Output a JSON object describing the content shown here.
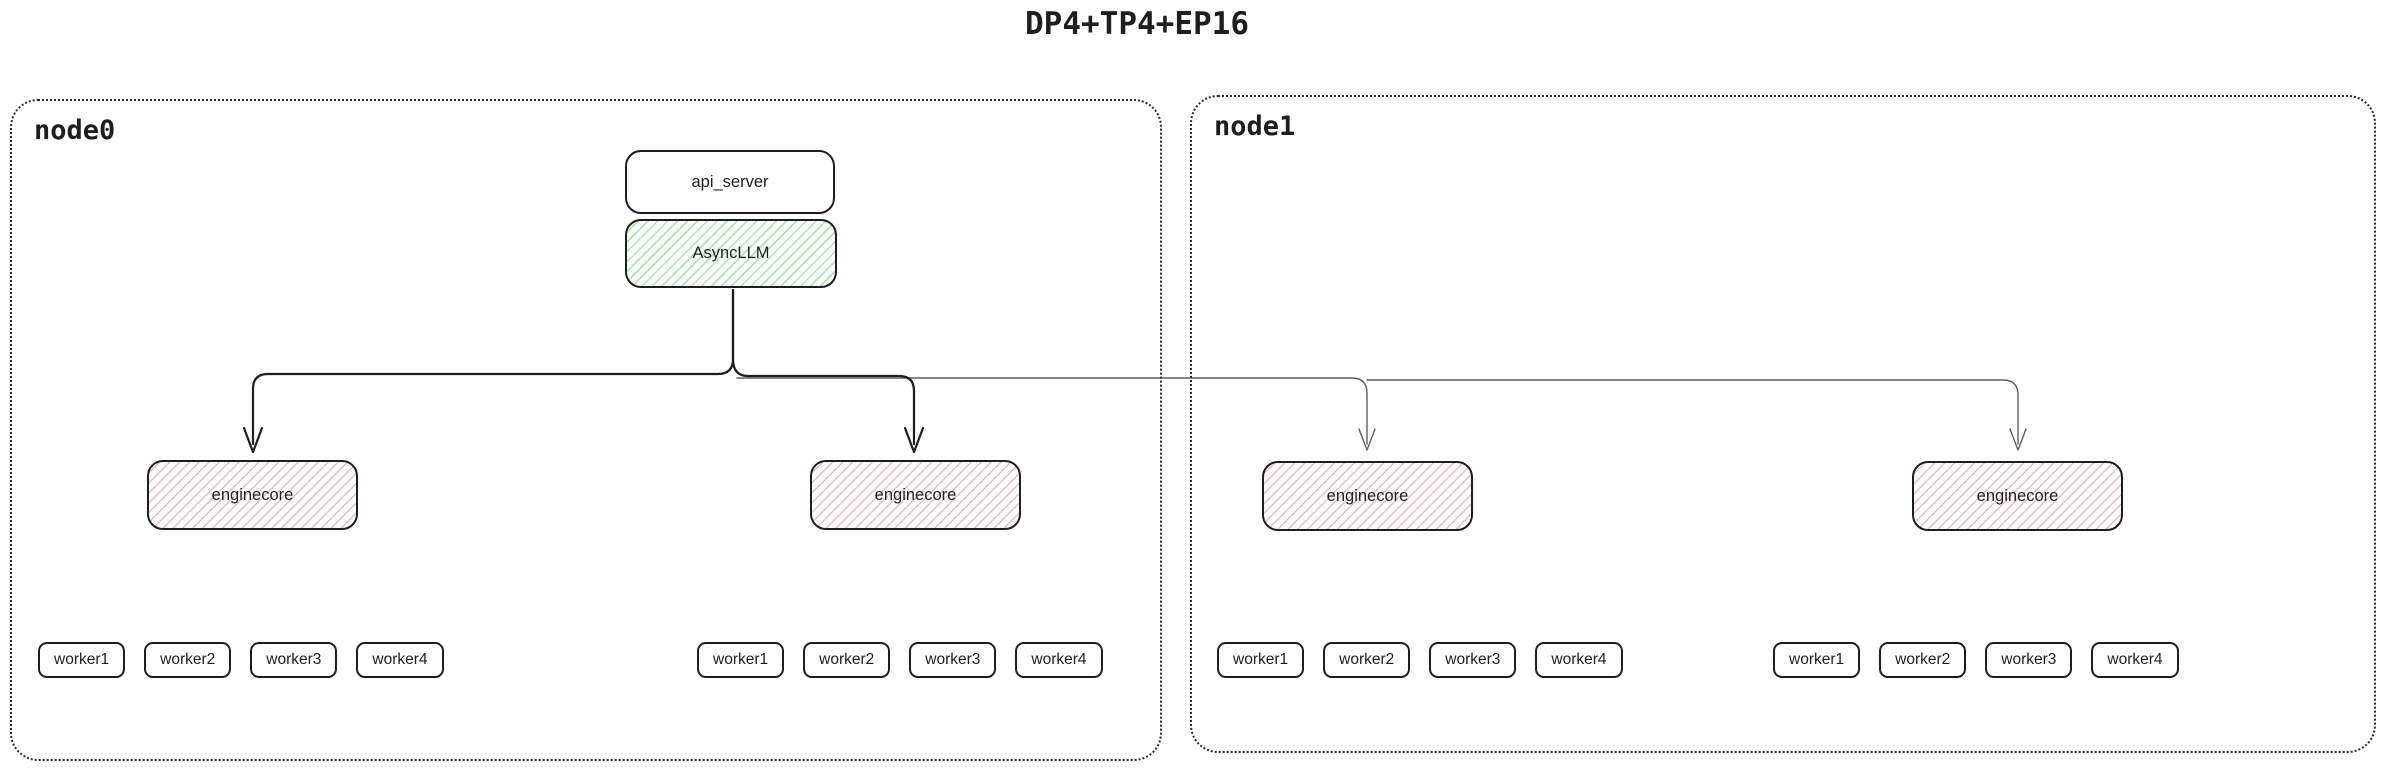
{
  "title": "DP4+TP4+EP16",
  "node0": {
    "label": "node0",
    "api_server_label": "api_server",
    "asyncllm_label": "AsyncLLM",
    "enginecores": [
      {
        "label": "enginecore",
        "workers": [
          "worker1",
          "worker2",
          "worker3",
          "worker4"
        ]
      },
      {
        "label": "enginecore",
        "workers": [
          "worker1",
          "worker2",
          "worker3",
          "worker4"
        ]
      }
    ]
  },
  "node1": {
    "label": "node1",
    "enginecores": [
      {
        "label": "enginecore",
        "workers": [
          "worker1",
          "worker2",
          "worker3",
          "worker4"
        ]
      },
      {
        "label": "enginecore",
        "workers": [
          "worker1",
          "worker2",
          "worker3",
          "worker4"
        ]
      }
    ]
  },
  "colors": {
    "stroke": "#1e1e1e",
    "green_hatch": "#a8e6b0",
    "red_hatch": "#f0adad",
    "thin_line": "#5f5f5f",
    "background": "#ffffff"
  }
}
